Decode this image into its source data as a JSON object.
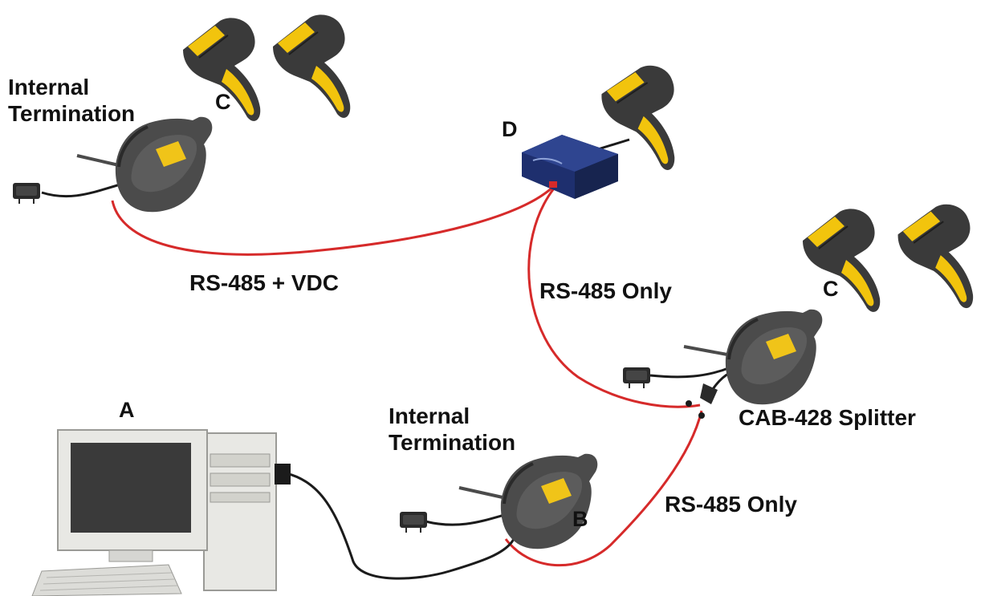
{
  "labels": {
    "internal_termination_left": [
      "Internal",
      "Termination"
    ],
    "internal_termination_bottom": [
      "Internal",
      "Termination"
    ],
    "c_top": "C",
    "c_right": "C",
    "d": "D",
    "a": "A",
    "b": "B",
    "rs485_vdc": "RS-485 + VDC",
    "rs485_only_upper": "RS-485 Only",
    "rs485_only_lower": "RS-485 Only",
    "splitter": "CAB-428 Splitter"
  },
  "colors": {
    "red_cable": "#d62a2a",
    "black_cable": "#1b1b1b",
    "scanner_body": "#3a3a3a",
    "scanner_grip": "#f2c40d",
    "cradle_body": "#4b4b4b",
    "cradle_window": "#f0c419",
    "hub_blue": "#1e2f6e",
    "pc_beige": "#e8e8e4",
    "pc_screen": "#3a3a3a"
  },
  "icons": [
    "barcode-scanner-icon",
    "charging-cradle-icon",
    "rs485-hub-icon",
    "desktop-computer-icon",
    "power-adapter-icon"
  ]
}
